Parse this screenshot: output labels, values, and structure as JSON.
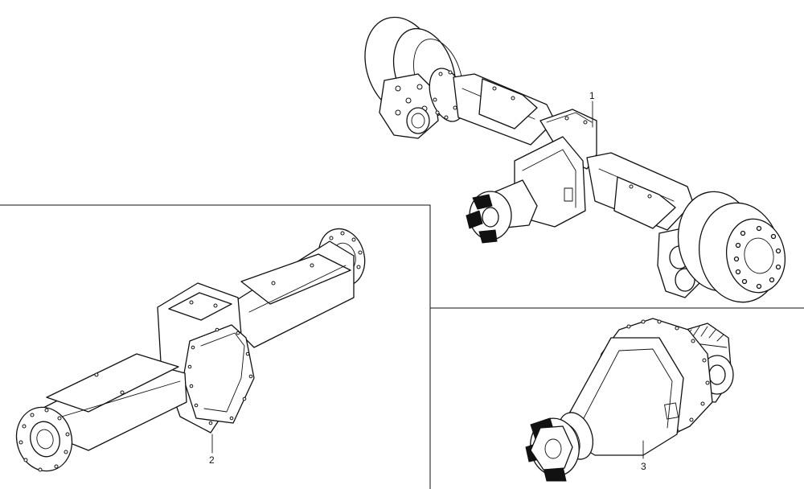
{
  "callouts": [
    {
      "id": "1",
      "label": "1"
    },
    {
      "id": "2",
      "label": "2"
    },
    {
      "id": "3",
      "label": "3"
    }
  ],
  "colors": {
    "ink": "#111111",
    "paper": "#ffffff"
  },
  "icons": {
    "assembly": "complete-axle-assembly-icon",
    "housing": "axle-housing-icon",
    "differential": "differential-carrier-icon"
  }
}
